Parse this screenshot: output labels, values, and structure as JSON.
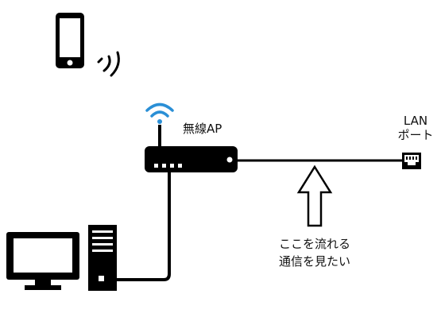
{
  "diagram": {
    "router_label": "無線AP",
    "port_label_line1": "LAN",
    "port_label_line2": "ポート",
    "note_line1": "ここを流れる",
    "note_line2": "通信を見たい"
  },
  "colors": {
    "line": "#000000",
    "wifi": "#2a8fd6",
    "background": "#ffffff"
  },
  "icons": [
    "smartphone-icon",
    "signal-waves-icon",
    "wifi-icon",
    "router-icon",
    "lan-port-icon",
    "arrow-up-icon",
    "monitor-icon",
    "pc-tower-icon"
  ]
}
